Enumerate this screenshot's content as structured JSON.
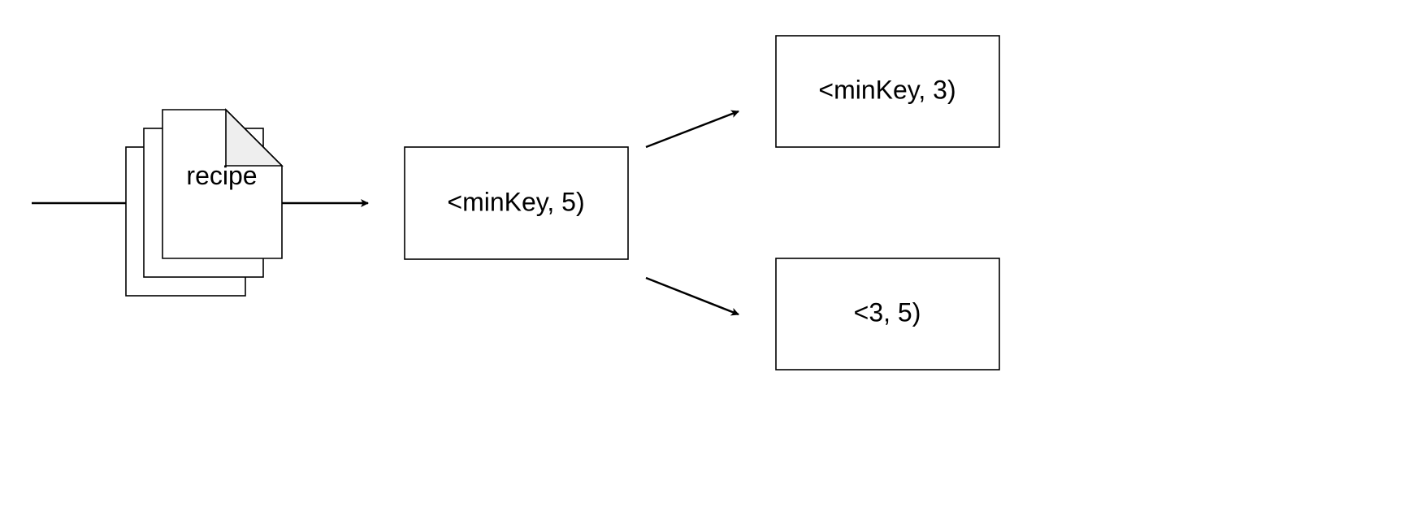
{
  "document": {
    "label": "recipe"
  },
  "source_range": {
    "label": "<minKey, 5)"
  },
  "split_ranges": [
    {
      "label": "<minKey, 3)"
    },
    {
      "label": "<3, 5)"
    }
  ],
  "colors": {
    "stroke": "#000000",
    "fill": "#ffffff",
    "fold": "#eeeeee"
  }
}
